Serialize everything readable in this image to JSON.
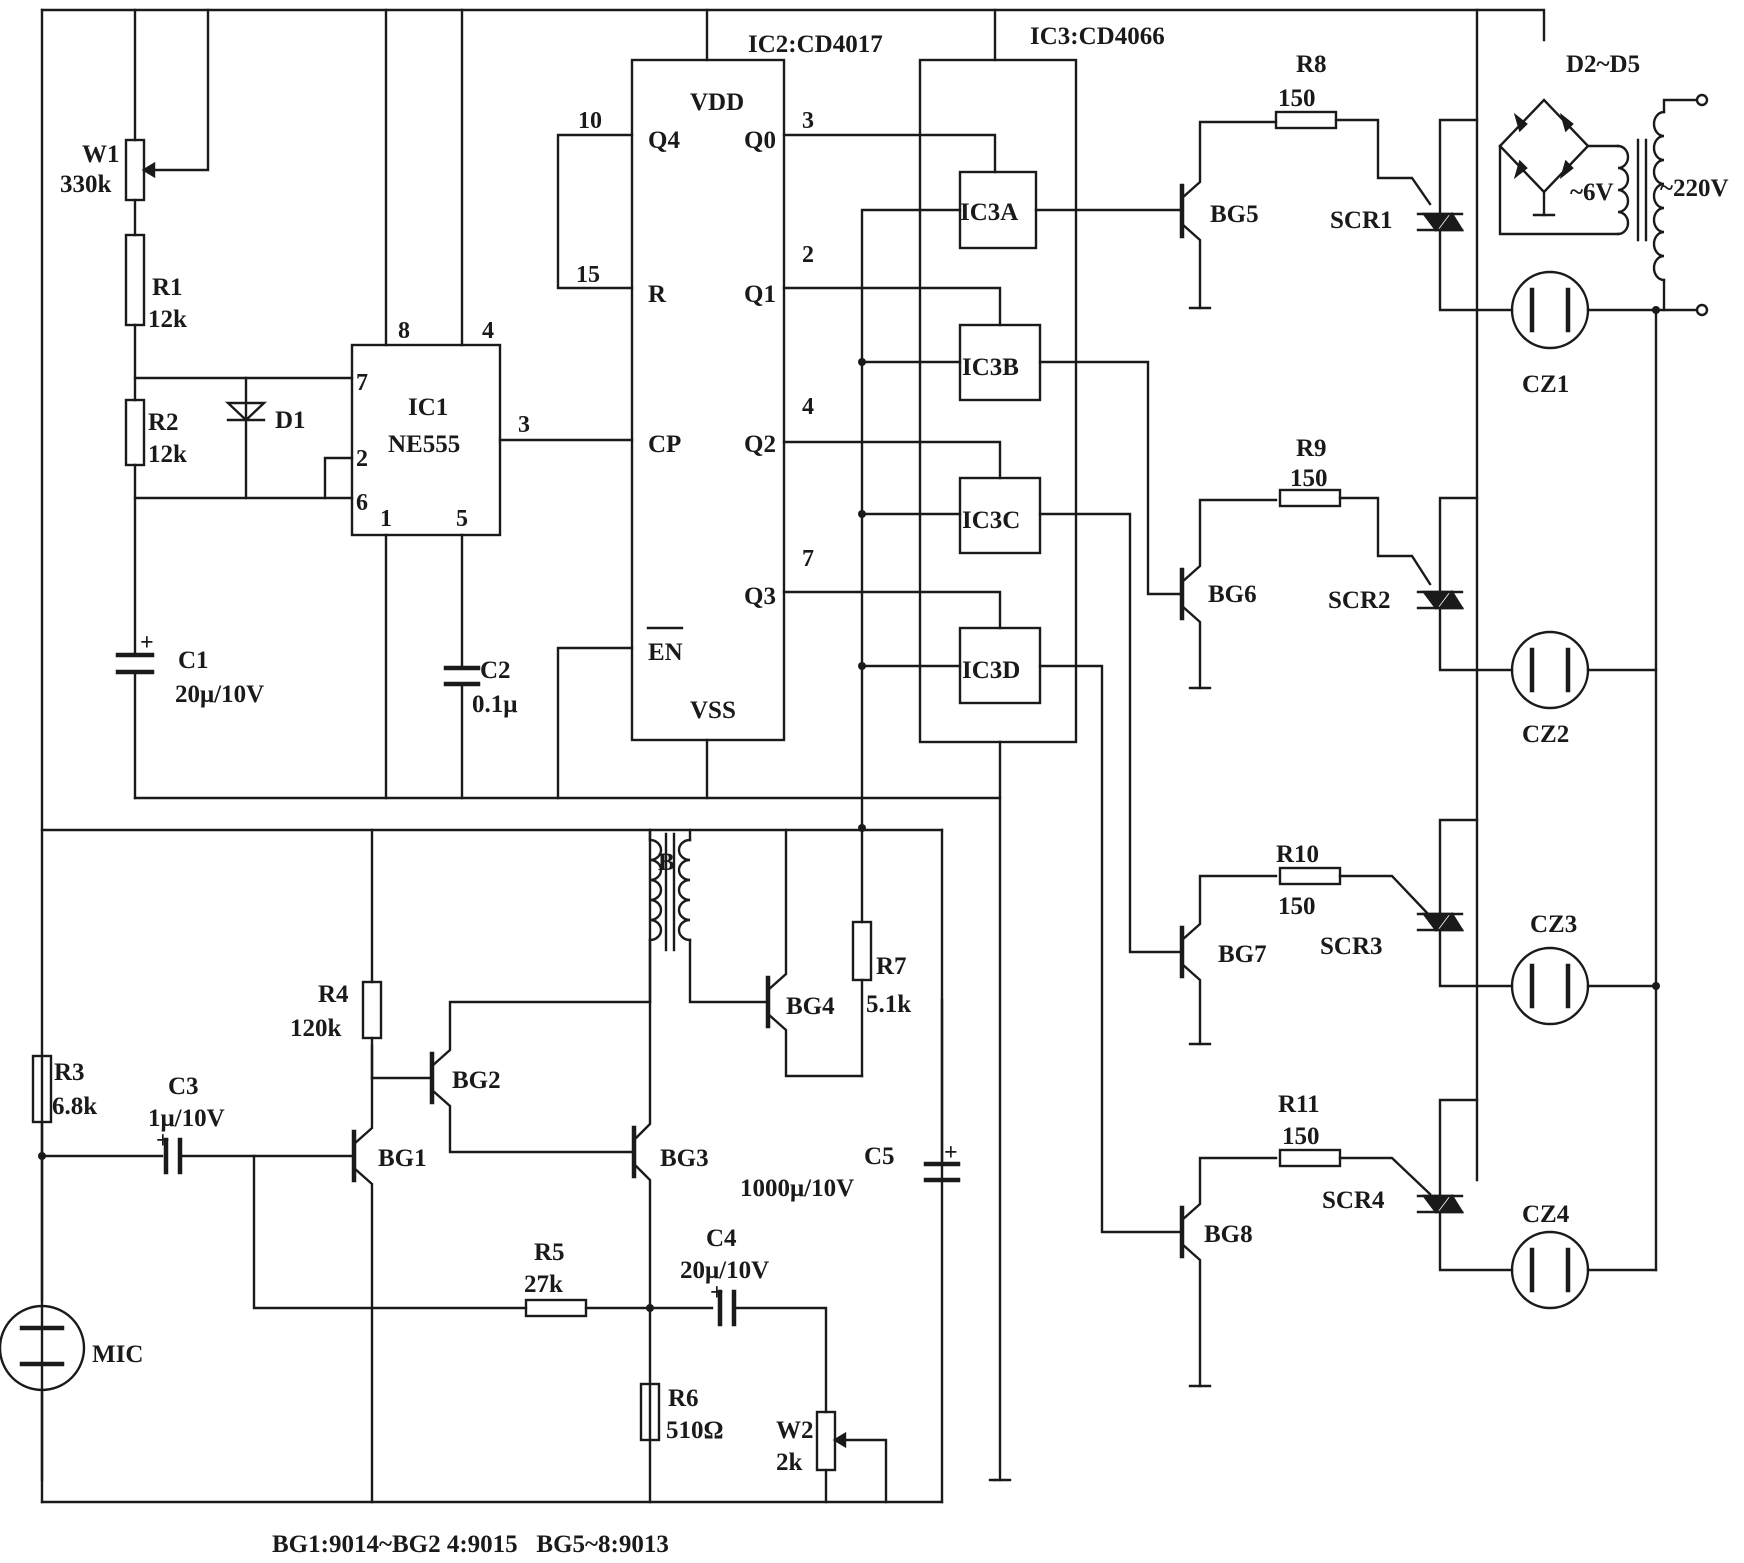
{
  "ic1": {
    "name": "IC1",
    "type": "NE555",
    "pins": {
      "p8": "8",
      "p4": "4",
      "p7": "7",
      "p2": "2",
      "p6": "6",
      "p3": "3",
      "p1": "1",
      "p5": "5"
    }
  },
  "ic2": {
    "title": "IC2:CD4017",
    "pin_labels": {
      "vdd": "VDD",
      "vss": "VSS",
      "q4": "Q4",
      "q0": "Q0",
      "r": "R",
      "q1": "Q1",
      "cp": "CP",
      "q2": "Q2",
      "q3": "Q3",
      "en": "EN"
    },
    "pin_numbers": {
      "q4": "10",
      "r": "15",
      "q0": "3",
      "q1": "2",
      "q2": "4",
      "q3": "7"
    }
  },
  "ic3": {
    "title": "IC3:CD4066",
    "gates": [
      "IC3A",
      "IC3B",
      "IC3C",
      "IC3D"
    ]
  },
  "resistors": {
    "w1": {
      "name": "W1",
      "value": "330k"
    },
    "r1": {
      "name": "R1",
      "value": "12k"
    },
    "r2": {
      "name": "R2",
      "value": "12k"
    },
    "r3": {
      "name": "R3",
      "value": "6.8k"
    },
    "r4": {
      "name": "R4",
      "value": "120k"
    },
    "r5": {
      "name": "R5",
      "value": "27k"
    },
    "r6": {
      "name": "R6",
      "value": "510Ω"
    },
    "r7": {
      "name": "R7",
      "value": "5.1k"
    },
    "w2": {
      "name": "W2",
      "value": "2k"
    },
    "r8": {
      "name": "R8",
      "value": "150"
    },
    "r9": {
      "name": "R9",
      "value": "150"
    },
    "r10": {
      "name": "R10",
      "value": "150"
    },
    "r11": {
      "name": "R11",
      "value": "150"
    }
  },
  "capacitors": {
    "c1": {
      "name": "C1",
      "value": "20μ/10V"
    },
    "c2": {
      "name": "C2",
      "value": "0.1μ"
    },
    "c3": {
      "name": "C3",
      "value": "1μ/10V"
    },
    "c4": {
      "name": "C4",
      "value": "20μ/10V"
    },
    "c5": {
      "name": "C5",
      "value": "1000μ/10V"
    }
  },
  "diodes": {
    "d1": "D1",
    "bridge": "D2~D5"
  },
  "transistors": [
    "BG1",
    "BG2",
    "BG3",
    "BG4",
    "BG5",
    "BG6",
    "BG7",
    "BG8"
  ],
  "thyristors": [
    "SCR1",
    "SCR2",
    "SCR3",
    "SCR4"
  ],
  "sockets": [
    "CZ1",
    "CZ2",
    "CZ3",
    "CZ4"
  ],
  "transformer": {
    "name": "B"
  },
  "power": {
    "secondary": "~6V",
    "mains": "~220V"
  },
  "mic": "MIC",
  "footnote": "BG1:9014~BG2 4:9015   BG5~8:9013"
}
